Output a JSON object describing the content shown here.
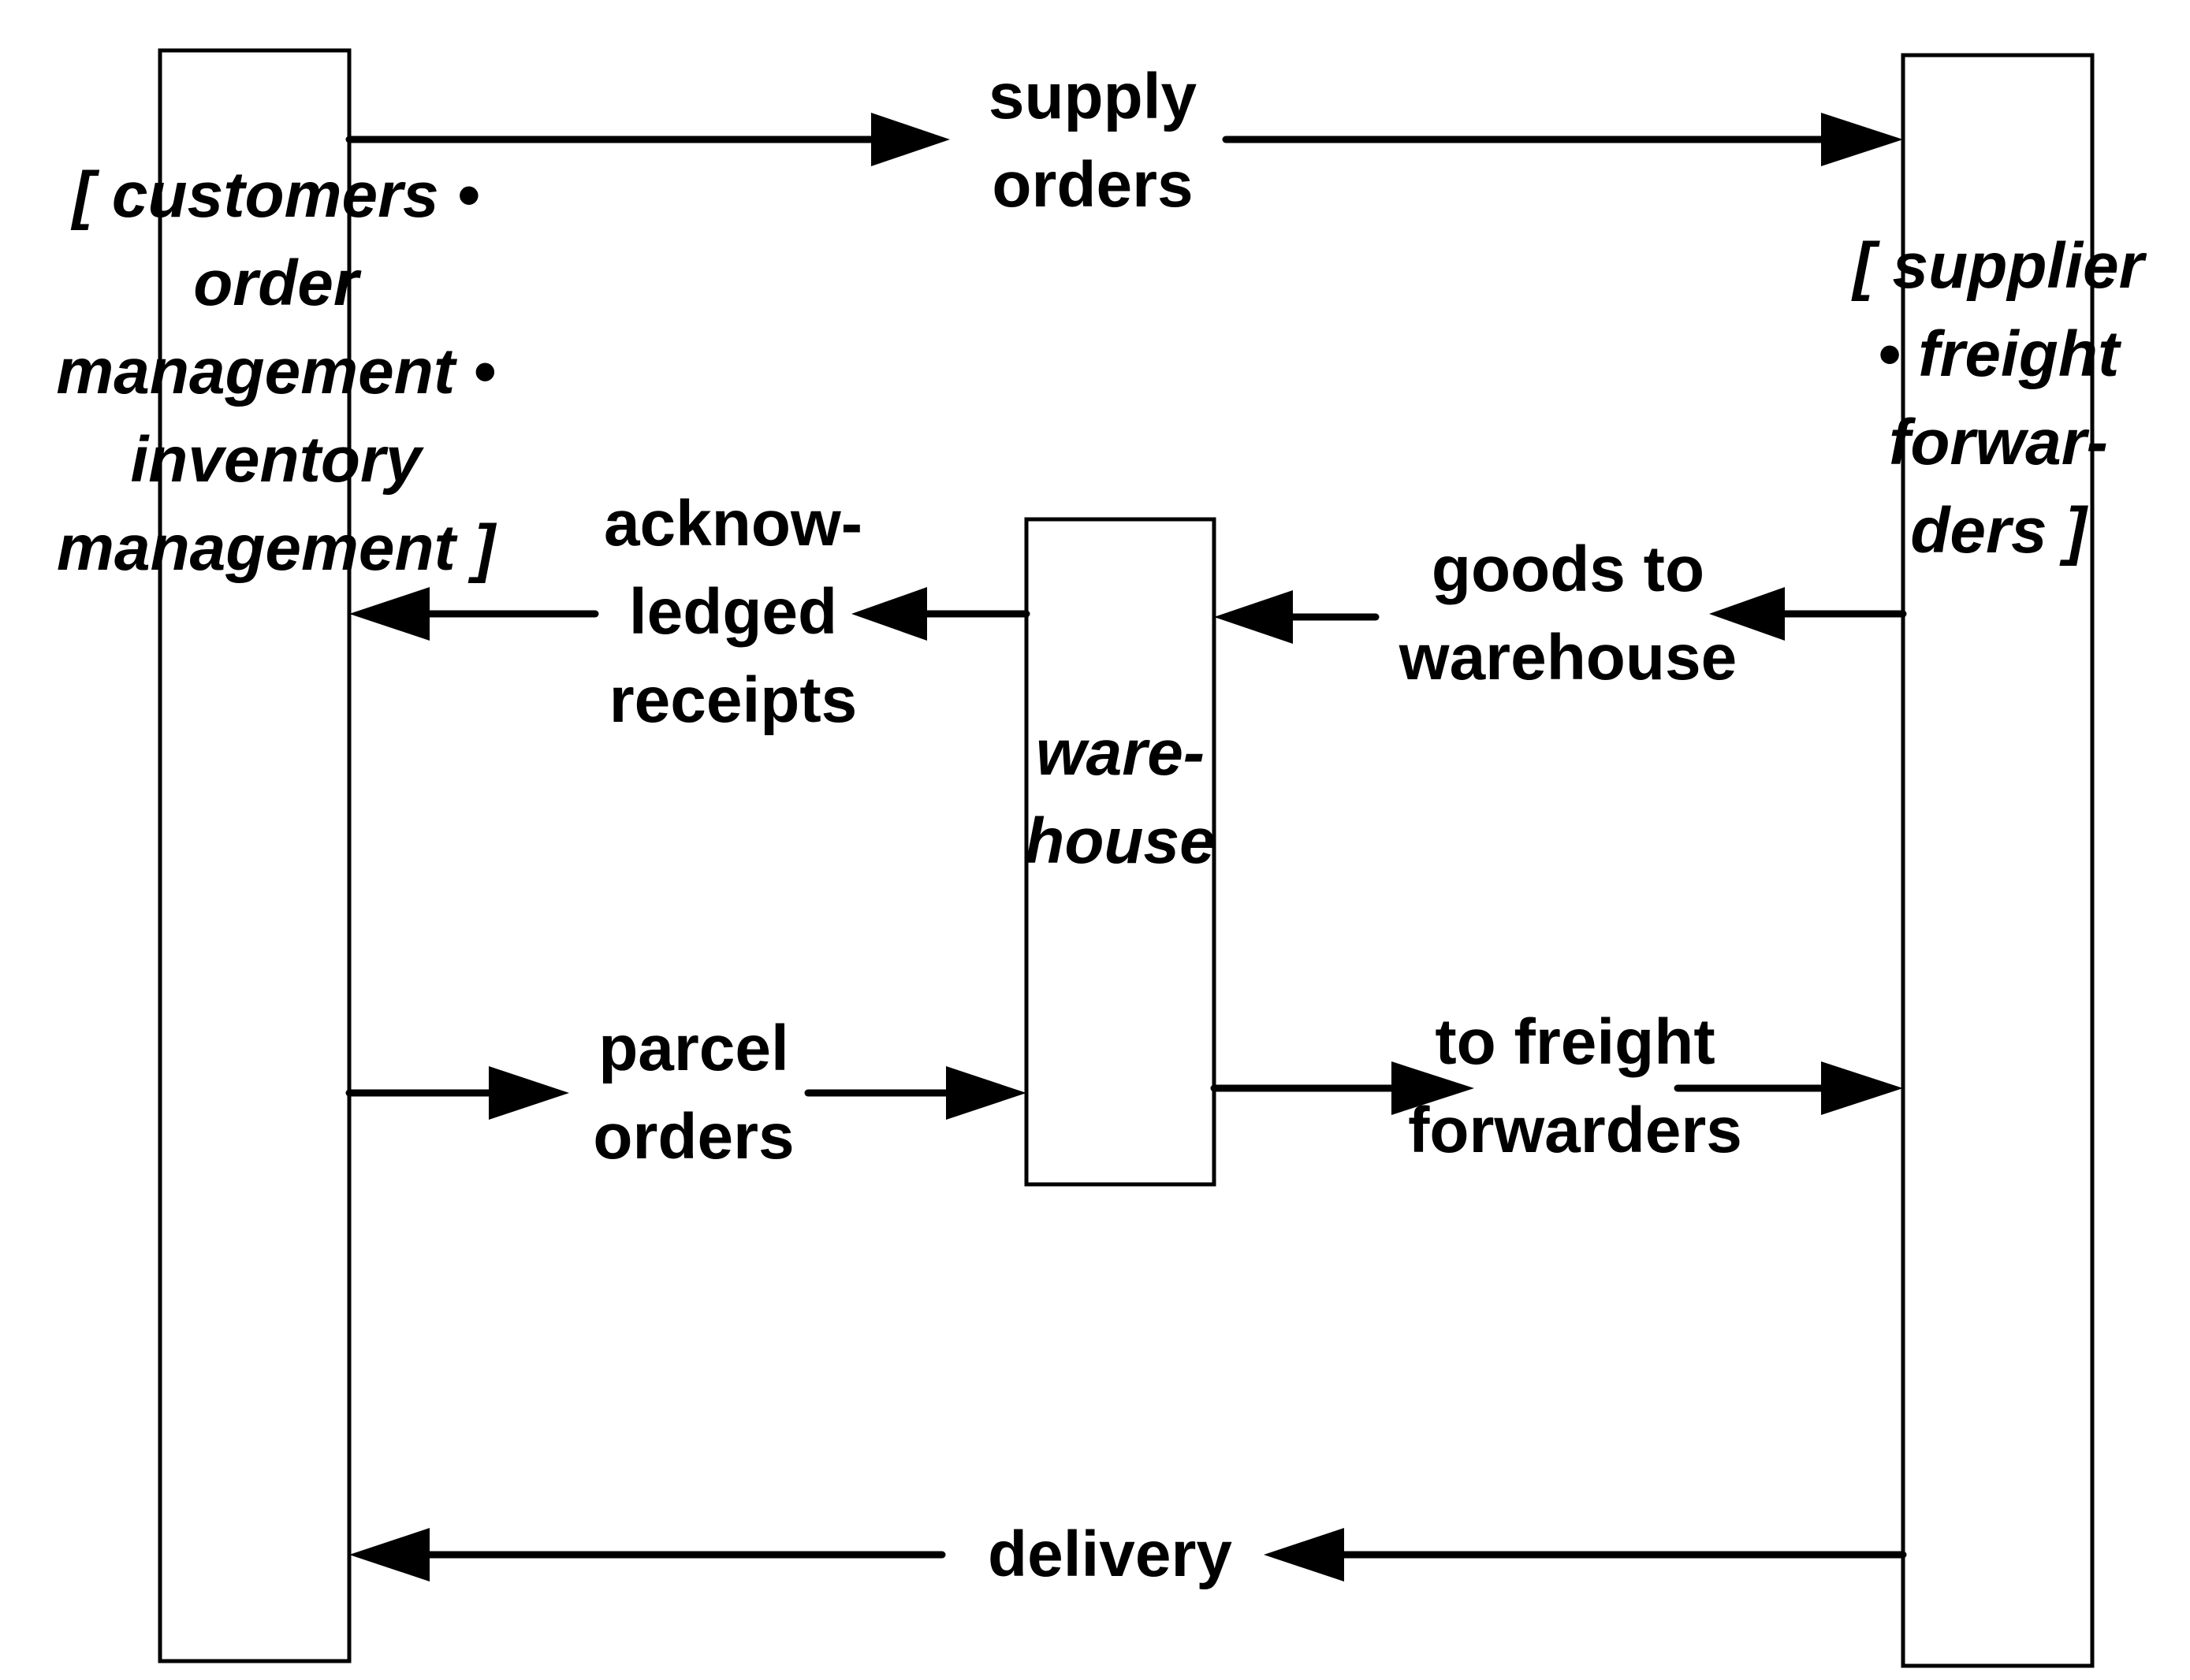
{
  "colors": {
    "stroke": "#000000",
    "background": "#ffffff"
  },
  "entities": {
    "left": [
      "[ customers •",
      "order",
      "management •",
      "inventory",
      "management ]"
    ],
    "warehouse": [
      "ware-",
      "house"
    ],
    "right": [
      "[ supplier",
      "• freight",
      "forwar-",
      "ders ]"
    ]
  },
  "flows": {
    "supply_orders": [
      "supply",
      "orders"
    ],
    "acknowledged_receipts": [
      "acknow-",
      "ledged",
      "receipts"
    ],
    "goods_to_warehouse": [
      "goods to",
      "warehouse"
    ],
    "parcel_orders": [
      "parcel",
      "orders"
    ],
    "to_freight_forwarders": [
      "to freight",
      "forwarders"
    ],
    "delivery": [
      "delivery"
    ]
  }
}
